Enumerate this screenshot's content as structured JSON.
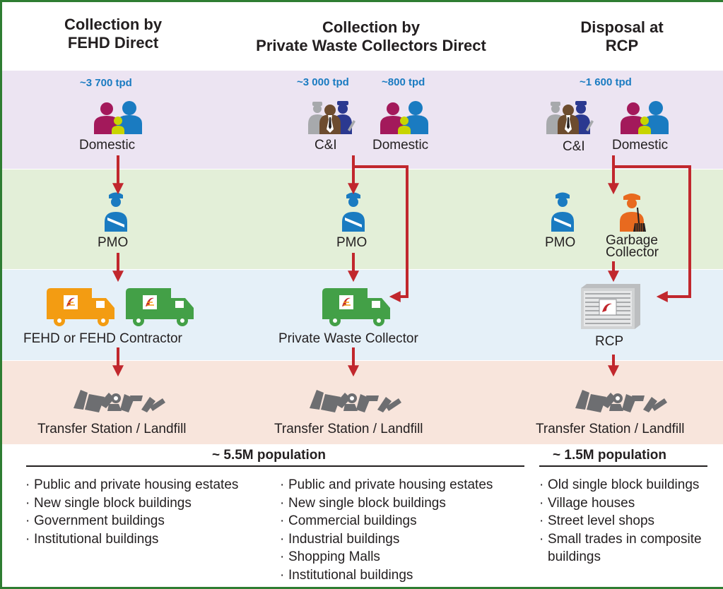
{
  "columns": [
    {
      "header_line1": "Collection by",
      "header_line2": "FEHD Direct"
    },
    {
      "header_line1": "Collection by",
      "header_line2": "Private Waste Collectors Direct"
    },
    {
      "header_line1": "Disposal at",
      "header_line2": "RCP"
    }
  ],
  "sources": {
    "col1_tpd": "~3 700 tpd",
    "col1_label": "Domestic",
    "col2_ci_tpd": "~3 000 tpd",
    "col2_ci_label": "C&I",
    "col2_dom_tpd": "~800 tpd",
    "col2_dom_label": "Domestic",
    "col3_tpd": "~1 600 tpd",
    "col3_ci_label": "C&I",
    "col3_dom_label": "Domestic"
  },
  "collectors": {
    "col1_label": "PMO",
    "col2_label": "PMO",
    "col3_pmo_label": "PMO",
    "col3_garbage_line1": "Garbage",
    "col3_garbage_line2": "Collector"
  },
  "vehicles": {
    "col1_label": "FEHD or FEHD Contractor",
    "col2_label": "Private Waste Collector",
    "col3_label": "RCP"
  },
  "disposal": {
    "col1_label": "Transfer Station / Landfill",
    "col2_label": "Transfer Station / Landfill",
    "col3_label": "Transfer Station / Landfill"
  },
  "population": {
    "left": "~ 5.5M population",
    "right": "~ 1.5M population"
  },
  "bullets": {
    "col1": [
      "Public and private housing estates",
      "New single block buildings",
      "Government buildings",
      "Institutional buildings"
    ],
    "col2": [
      "Public and private housing estates",
      "New single block buildings",
      "Commercial buildings",
      "Industrial buildings",
      "Shopping Malls",
      "Institutional buildings"
    ],
    "col3": [
      "Old single block buildings",
      "Village houses",
      "Street level shops",
      "Small trades in composite"
    ],
    "col3_continuation": "buildings"
  },
  "colors": {
    "frame": "#2e7d32",
    "arrow": "#c1272d",
    "tpd_text": "#1a7bc1",
    "people_magenta": "#a3195b",
    "people_blue": "#1a7bc1",
    "truck_orange": "#f39c12",
    "truck_green": "#43a047",
    "band_sources": "#ece4f2",
    "band_collectors": "#e3efd8",
    "band_vehicles": "#e5f0f8",
    "band_disposal": "#f8e5dc"
  },
  "icons": [
    "family-icon",
    "workers-icon",
    "pmo-officer-icon",
    "garbage-collector-icon",
    "refuse-truck-icon",
    "rcp-building-icon",
    "waste-pile-icon"
  ]
}
